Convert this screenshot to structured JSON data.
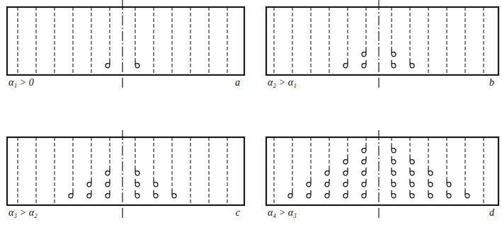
{
  "diagram": {
    "labels": [
      "α₁ > 0",
      "a",
      "α₂ > α₁",
      "b",
      "α₃ > α₂",
      "c",
      "α₄ > α₃",
      "d"
    ]
  }
}
